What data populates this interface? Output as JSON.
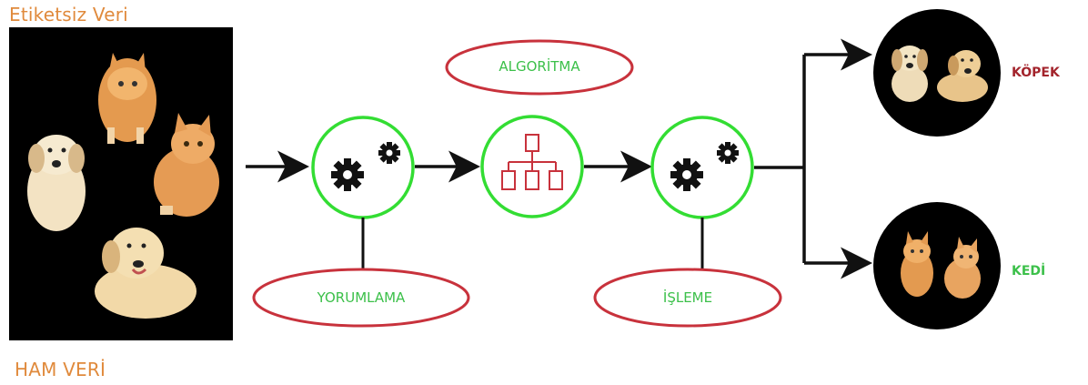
{
  "labels": {
    "top_title": "Etiketsiz Veri",
    "bottom_title": "HAM VERİ",
    "algorithm": "ALGORİTMA",
    "interpretation": "YORUMLAMA",
    "processing": "İŞLEME",
    "dog_output": "KÖPEK",
    "cat_output": "KEDİ"
  },
  "colors": {
    "orange_text": "#e08a3c",
    "green_ring": "#33dd33",
    "red_ellipse": "#c8323c",
    "green_text": "#3cc04a",
    "dog_label": "#a3242c",
    "cat_label": "#3cc04a",
    "hierarchy_icon": "#c8323c",
    "arrow": "#111111"
  },
  "icons": {
    "node_1": "gears-icon",
    "node_2": "hierarchy-icon",
    "node_3": "gears-icon"
  }
}
